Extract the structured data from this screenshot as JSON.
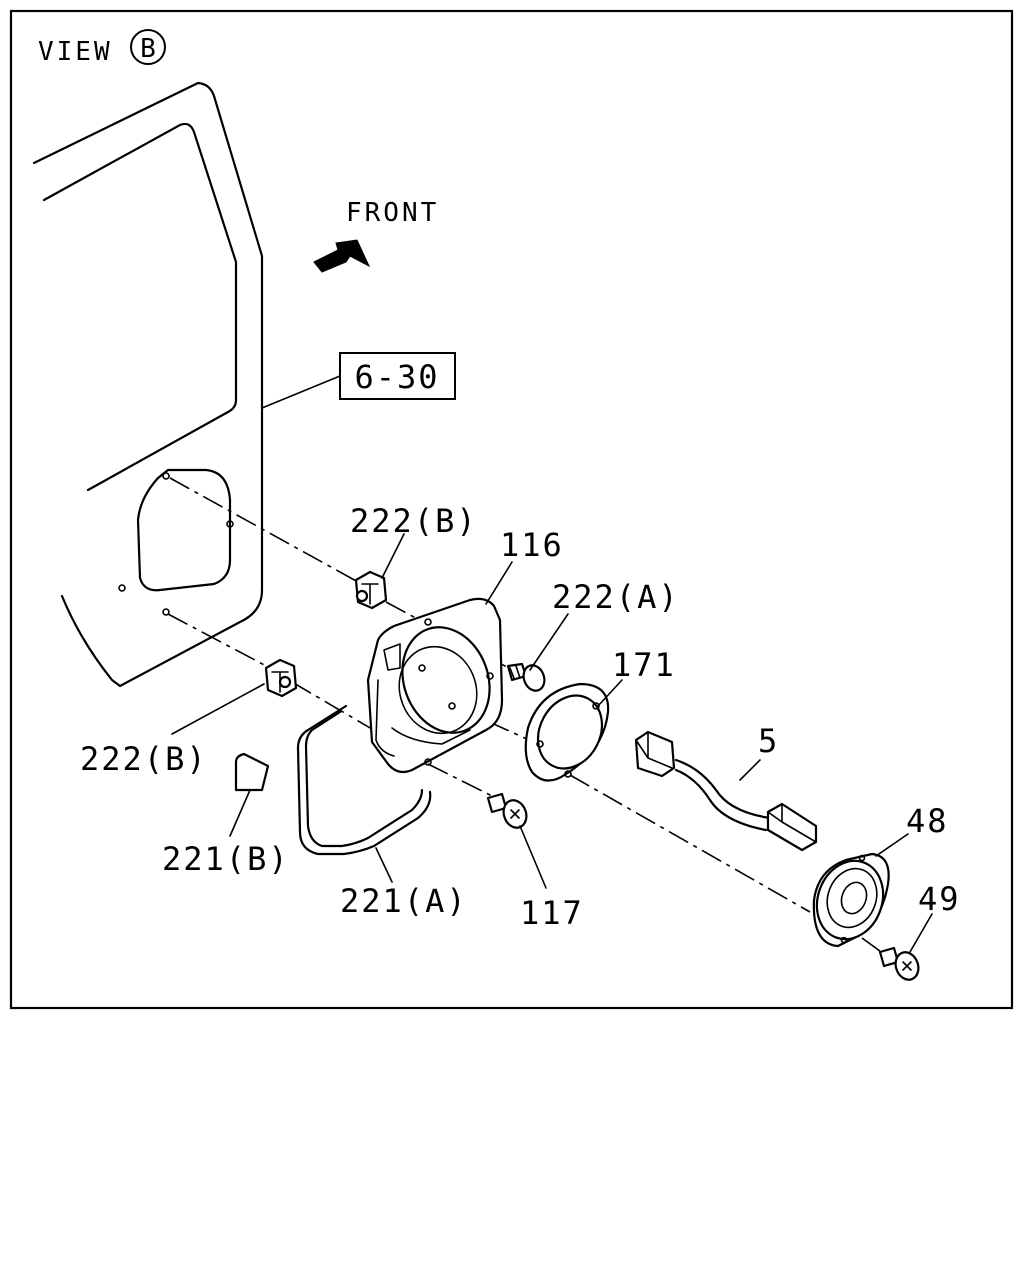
{
  "view": {
    "prefix": "VIEW",
    "letter": "B"
  },
  "direction": "FRONT",
  "ref_box": "6-30",
  "callouts": {
    "c222b_top": "222(B)",
    "c116": "116",
    "c222a": "222(A)",
    "c171": "171",
    "c5": "5",
    "c222b_left": "222(B)",
    "c221b": "221(B)",
    "c221a": "221(A)",
    "c117": "117",
    "c48": "48",
    "c49": "49"
  }
}
